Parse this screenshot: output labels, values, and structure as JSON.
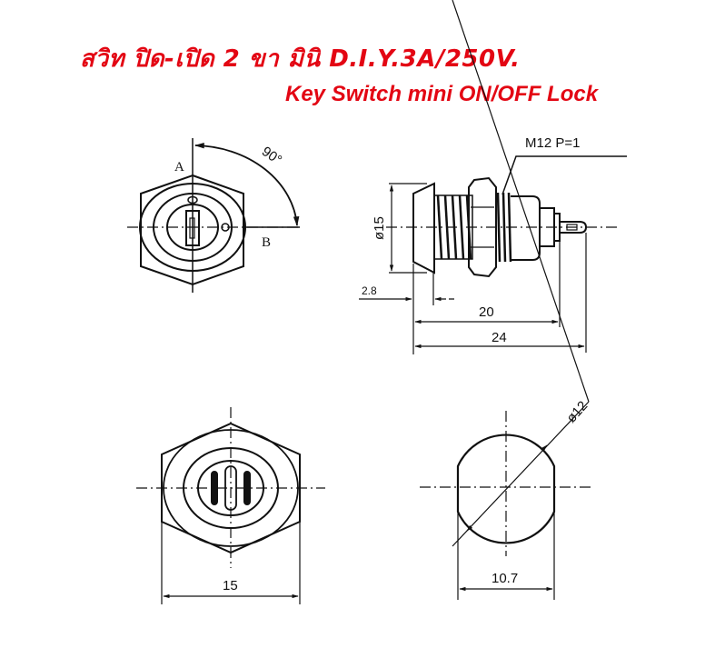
{
  "header": {
    "title_thai": "สวิท ปิด-เปิด 2 ขา มินิ D.I.Y.3A/250V.",
    "title_english": "Key Switch mini ON/OFF Lock",
    "title_color": "#e30613"
  },
  "diagrams": {
    "front_view": {
      "label_a": "A",
      "label_b": "B",
      "rotation_angle": "90°"
    },
    "side_view": {
      "thread_spec": "M12  P=1",
      "diameter": "ø15",
      "dim_flange": "2.8",
      "dim_body": "20",
      "dim_total": "24"
    },
    "bottom_left_view": {
      "width": "15"
    },
    "bottom_right_view": {
      "diameter": "ø12",
      "flat_width": "10.7"
    }
  }
}
